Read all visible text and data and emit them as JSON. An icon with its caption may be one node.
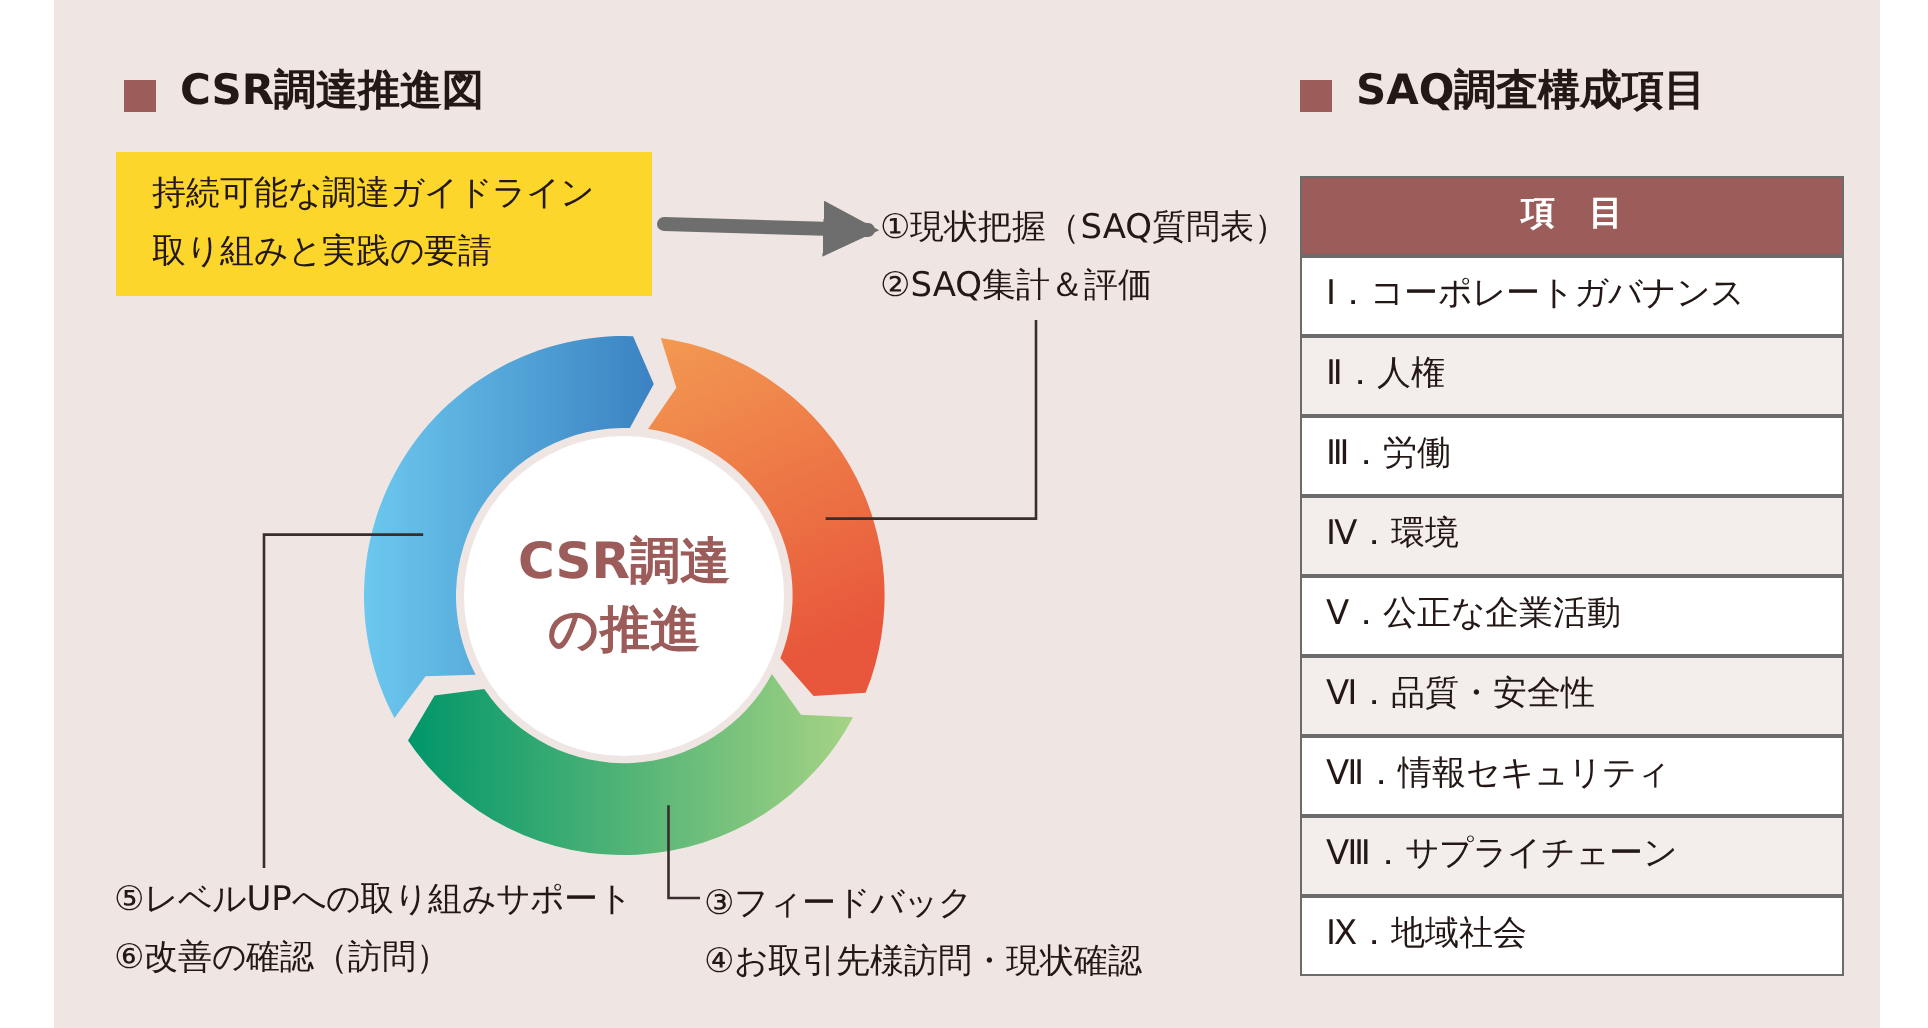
{
  "diagram": {
    "title": "CSR調達推進図",
    "nodes": [
      {
        "text": [
          "持続可能な調達ガイドライン取り組みと実践の要請"
        ]
      },
      {
        "text": [
          "①現状把握（SAQ質問表）",
          "②SAQ集計＆評価"
        ]
      },
      {
        "text": [],
        "shape": "arc"
      },
      {
        "text": [],
        "shape": "arc"
      },
      {
        "text": [
          "CSR調達の推進"
        ]
      },
      {
        "text": [],
        "shape": "arc"
      },
      {
        "text": [
          "⑤レベルUPへの取り組みサポート",
          "⑥改善の確認（訪問）"
        ]
      },
      {
        "text": [
          "③フィードバック",
          "④お取引先様訪問・現状確認"
        ]
      }
    ],
    "edges": [
      {
        "from": 0,
        "to": 1,
        "arrow": "to",
        "style": "thick",
        "color": "#6e6e6e"
      },
      {
        "from": 1,
        "to": 3,
        "arrow": "none"
      },
      {
        "from": 7,
        "to": 5,
        "arrow": "none"
      },
      {
        "from": 6,
        "to": 2,
        "arrow": "none"
      }
    ],
    "labels": [
      "SAQ調査構成項目",
      "項　目",
      "Ⅰ．コーポレートガバナンス",
      "Ⅱ．人権",
      "Ⅲ．労働",
      "Ⅳ．環境",
      "Ⅴ．公正な企業活動",
      "Ⅵ．品質・安全性",
      "Ⅶ．情報セキュリティ",
      "Ⅷ．サプライチェーン",
      "Ⅸ．地域社会"
    ]
  }
}
